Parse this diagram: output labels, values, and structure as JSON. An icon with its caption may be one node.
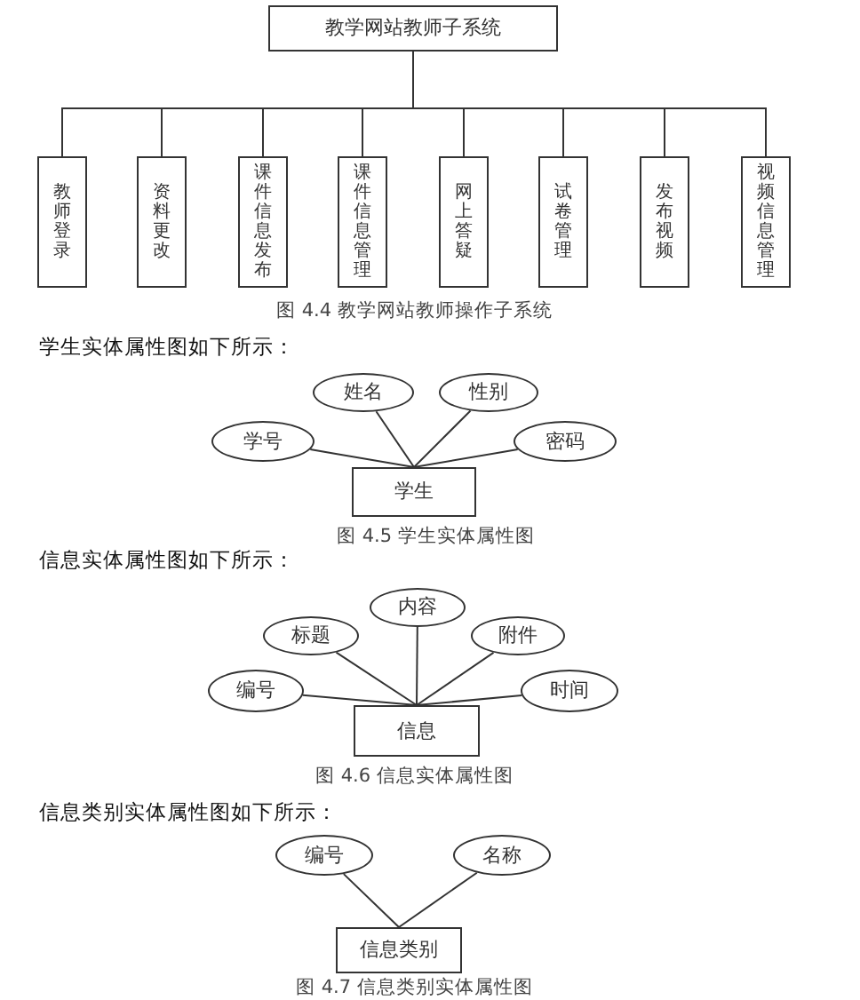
{
  "diagram": {
    "nodes": [
      {
        "text": [
          "教学网站教师子系统"
        ]
      },
      {
        "text": [
          "教师登录"
        ]
      },
      {
        "text": [
          "资料更改"
        ]
      },
      {
        "text": [
          "课件信息发布"
        ]
      },
      {
        "text": [
          "课件信息管理"
        ]
      },
      {
        "text": [
          "网上答疑"
        ]
      },
      {
        "text": [
          "试卷管理"
        ]
      },
      {
        "text": [
          "发布视频"
        ]
      },
      {
        "text": [
          "视频信息管理"
        ]
      },
      {
        "text": [
          "姓名"
        ]
      },
      {
        "text": [
          "性别"
        ]
      },
      {
        "text": [
          "学号"
        ]
      },
      {
        "text": [
          "密码"
        ]
      },
      {
        "text": [
          "学生"
        ]
      },
      {
        "text": [
          "内容"
        ]
      },
      {
        "text": [
          "标题"
        ]
      },
      {
        "text": [
          "附件"
        ]
      },
      {
        "text": [
          "编号"
        ]
      },
      {
        "text": [
          "时间"
        ]
      },
      {
        "text": [
          "信息"
        ]
      },
      {
        "text": [
          "编号"
        ]
      },
      {
        "text": [
          "名称"
        ]
      },
      {
        "text": [
          "信息类别"
        ]
      }
    ],
    "edges": [
      {
        "from": 0,
        "to": 1,
        "arrow": "none"
      },
      {
        "from": 0,
        "to": 2,
        "arrow": "none"
      },
      {
        "from": 0,
        "to": 3,
        "arrow": "none"
      },
      {
        "from": 0,
        "to": 4,
        "arrow": "none"
      },
      {
        "from": 0,
        "to": 5,
        "arrow": "none"
      },
      {
        "from": 0,
        "to": 6,
        "arrow": "none"
      },
      {
        "from": 0,
        "to": 7,
        "arrow": "none"
      },
      {
        "from": 0,
        "to": 8,
        "arrow": "none"
      },
      {
        "from": 9,
        "to": 13,
        "arrow": "none"
      },
      {
        "from": 10,
        "to": 13,
        "arrow": "none"
      },
      {
        "from": 11,
        "to": 13,
        "arrow": "none"
      },
      {
        "from": 12,
        "to": 13,
        "arrow": "none"
      },
      {
        "from": 14,
        "to": 19,
        "arrow": "none"
      },
      {
        "from": 15,
        "to": 19,
        "arrow": "none"
      },
      {
        "from": 16,
        "to": 19,
        "arrow": "none"
      },
      {
        "from": 17,
        "to": 19,
        "arrow": "none"
      },
      {
        "from": 18,
        "to": 19,
        "arrow": "none"
      },
      {
        "from": 20,
        "to": 22,
        "arrow": "none"
      },
      {
        "from": 21,
        "to": 22,
        "arrow": "none"
      }
    ],
    "labels": [
      "图 4.4 教学网站教师操作子系统",
      "学生实体属性图如下所示：",
      "图 4.5 学生实体属性图",
      "信息实体属性图如下所示：",
      "图 4.6 信息实体属性图",
      "信息类别实体属性图如下所示：",
      "图 4.7 信息类别实体属性图"
    ]
  }
}
